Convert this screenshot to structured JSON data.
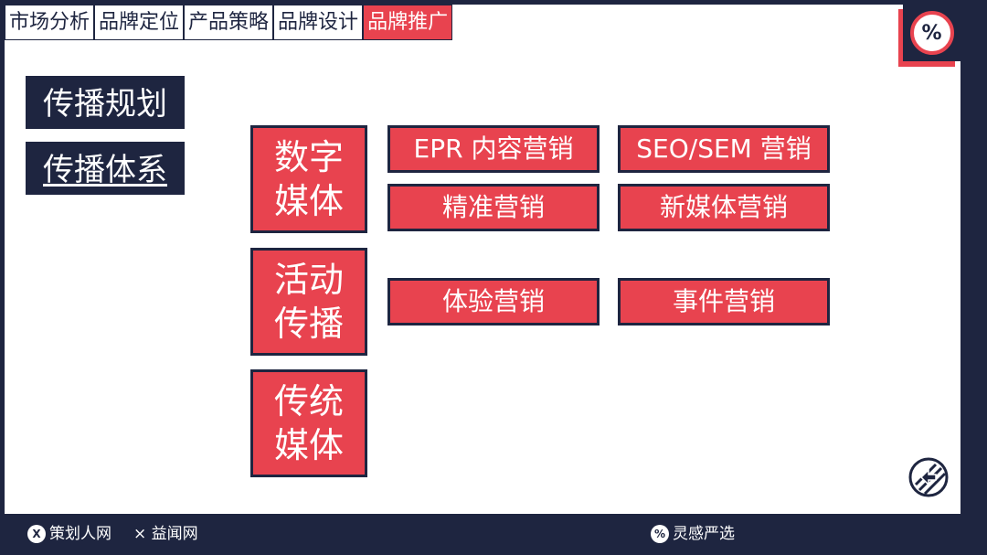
{
  "tabs": [
    {
      "label": "市场分析",
      "active": false
    },
    {
      "label": "品牌定位",
      "active": false
    },
    {
      "label": "产品策略",
      "active": false
    },
    {
      "label": "品牌设计",
      "active": false
    },
    {
      "label": "品牌推广",
      "active": true
    }
  ],
  "logo": {
    "text": "%",
    "icon": "percent-logo-icon"
  },
  "sidebar": {
    "items": [
      {
        "label": "传播规划"
      },
      {
        "label": "传播体系"
      }
    ]
  },
  "categories": [
    {
      "label": "数字媒体",
      "items": [
        "EPR 内容营销",
        "SEO/SEM 营销",
        "精准营销",
        "新媒体营销"
      ]
    },
    {
      "label": "活动传播",
      "items": [
        "体验营销",
        "事件营销"
      ]
    },
    {
      "label": "传统媒体",
      "items": []
    }
  ],
  "footer": {
    "left_icon_text": "X",
    "left_brand": "策划人网",
    "separator": "×",
    "left_partner": "益闻网",
    "right_icon_text": "%",
    "right_brand": "灵感严选"
  },
  "colors": {
    "navy": "#1e2540",
    "red": "#e8434f",
    "white": "#ffffff"
  }
}
